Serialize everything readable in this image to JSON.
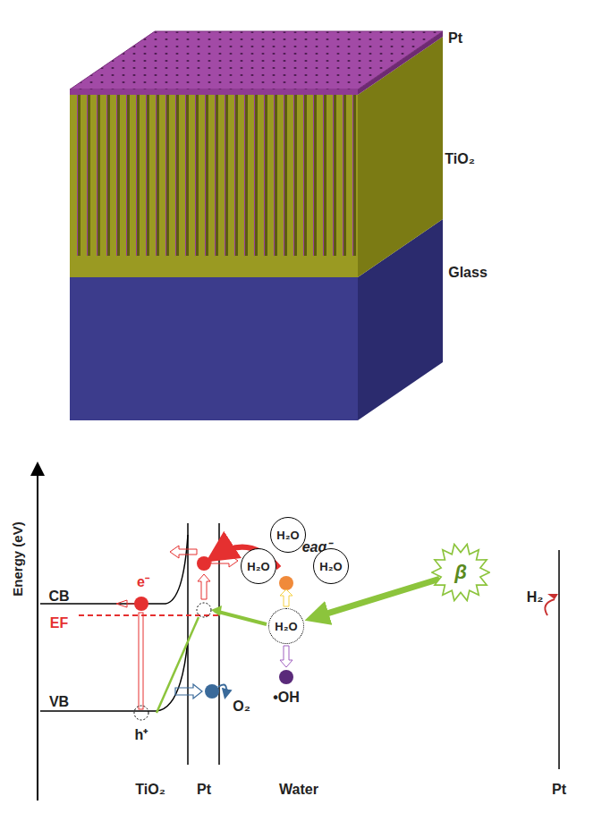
{
  "diagram": {
    "nodes": [
      {
        "text": [
          "H₂O"
        ]
      },
      {
        "text": [
          "H₂O"
        ]
      },
      {
        "text": [
          "H₂O"
        ]
      },
      {
        "text": [
          "H₂O"
        ]
      },
      {
        "text": [
          "β"
        ]
      }
    ],
    "edges": [
      {
        "from": 4,
        "to": 3,
        "arrow": "to"
      }
    ],
    "labels": [
      "Pt",
      "TiO₂",
      "Glass",
      "Energy (eV)",
      "CB",
      "e⁻",
      "EF",
      "VB",
      "h⁺",
      "O₂",
      "eaq⁻",
      "•OH",
      "H₂",
      "TiO₂",
      "Pt",
      "Water",
      "Pt"
    ]
  }
}
